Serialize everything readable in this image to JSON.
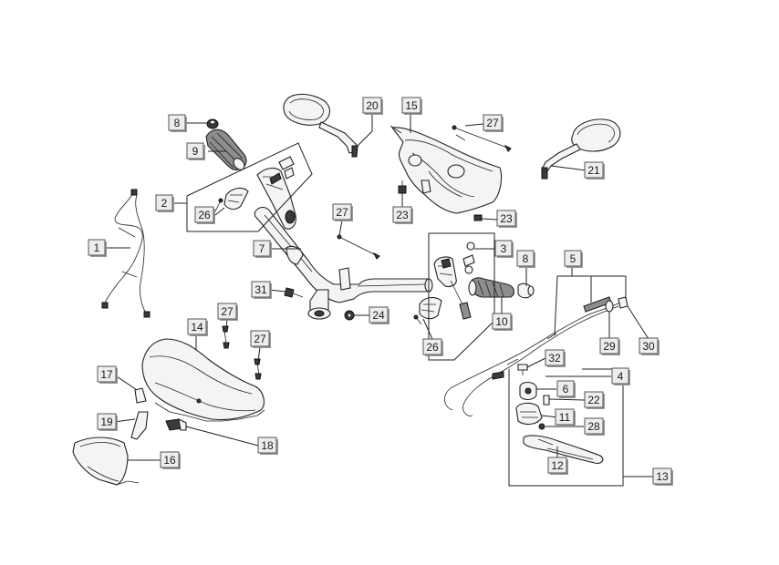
{
  "callouts": [
    {
      "id": "c1",
      "text": "1"
    },
    {
      "id": "c2",
      "text": "2"
    },
    {
      "id": "c3",
      "text": "3"
    },
    {
      "id": "c4",
      "text": "4"
    },
    {
      "id": "c5",
      "text": "5"
    },
    {
      "id": "c6",
      "text": "6"
    },
    {
      "id": "c7",
      "text": "7"
    },
    {
      "id": "c8a",
      "text": "8"
    },
    {
      "id": "c8b",
      "text": "8"
    },
    {
      "id": "c9",
      "text": "9"
    },
    {
      "id": "c10",
      "text": "10"
    },
    {
      "id": "c11",
      "text": "11"
    },
    {
      "id": "c12",
      "text": "12"
    },
    {
      "id": "c13",
      "text": "13"
    },
    {
      "id": "c14",
      "text": "14"
    },
    {
      "id": "c15",
      "text": "15"
    },
    {
      "id": "c16",
      "text": "16"
    },
    {
      "id": "c17",
      "text": "17"
    },
    {
      "id": "c18",
      "text": "18"
    },
    {
      "id": "c19",
      "text": "19"
    },
    {
      "id": "c20",
      "text": "20"
    },
    {
      "id": "c21",
      "text": "21"
    },
    {
      "id": "c22",
      "text": "22"
    },
    {
      "id": "c23a",
      "text": "23"
    },
    {
      "id": "c23b",
      "text": "23"
    },
    {
      "id": "c24",
      "text": "24"
    },
    {
      "id": "c26a",
      "text": "26"
    },
    {
      "id": "c26b",
      "text": "26"
    },
    {
      "id": "c27a",
      "text": "27"
    },
    {
      "id": "c27b",
      "text": "27"
    },
    {
      "id": "c27c",
      "text": "27"
    },
    {
      "id": "c27d",
      "text": "27"
    },
    {
      "id": "c28",
      "text": "28"
    },
    {
      "id": "c29",
      "text": "29"
    },
    {
      "id": "c30",
      "text": "30"
    },
    {
      "id": "c31",
      "text": "31"
    },
    {
      "id": "c32",
      "text": "32"
    }
  ]
}
